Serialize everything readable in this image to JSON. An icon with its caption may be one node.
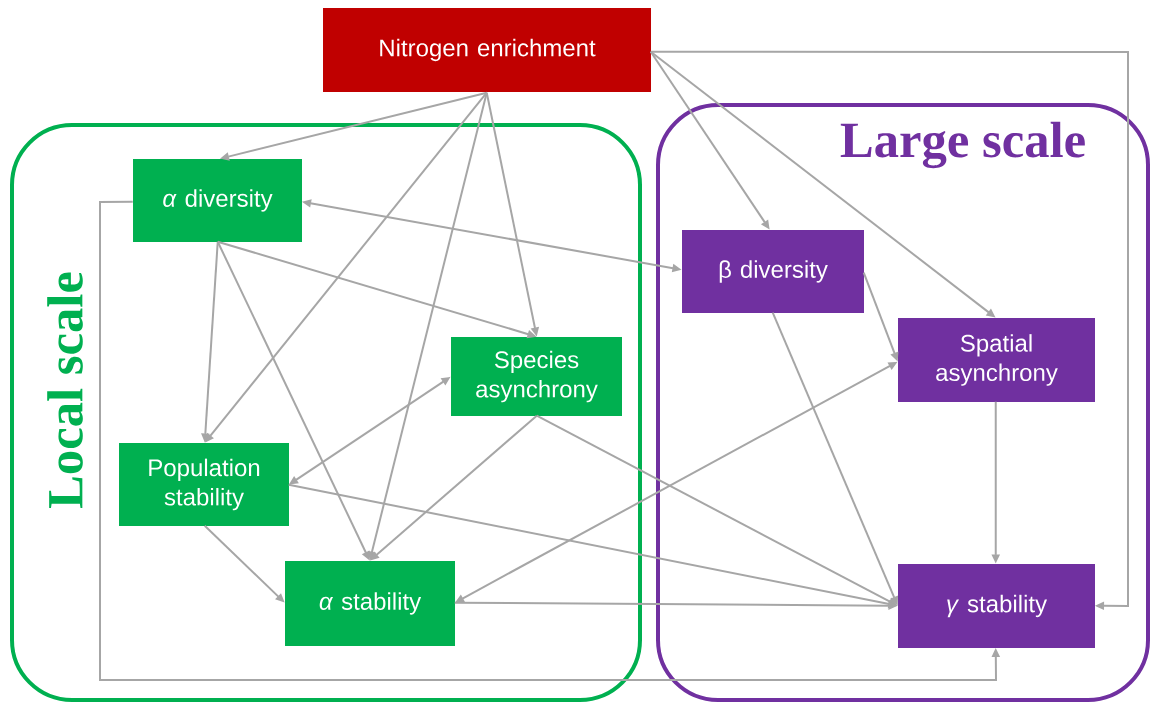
{
  "diagram": {
    "nodes": [
      {
        "text": [
          "Local scale"
        ]
      },
      {
        "text": [
          "Large scale"
        ]
      },
      {
        "text": [
          "Nitrogen enrichment"
        ]
      },
      {
        "text": [
          "*α* diversity"
        ],
        "in": 0
      },
      {
        "text": [
          "Species asynchrony"
        ],
        "in": 0
      },
      {
        "text": [
          "Population stability"
        ],
        "in": 0
      },
      {
        "text": [
          "*α* stability"
        ],
        "in": 0
      },
      {
        "text": [
          "β diversity"
        ],
        "in": 1
      },
      {
        "text": [
          "Spatial asynchrony"
        ],
        "in": 1
      },
      {
        "text": [
          "*γ* stability"
        ],
        "in": 1
      }
    ],
    "edges": [
      {
        "from": 2,
        "to": 3,
        "arrow": "to"
      },
      {
        "from": 2,
        "to": 5,
        "arrow": "to"
      },
      {
        "from": 2,
        "to": 6,
        "arrow": "to"
      },
      {
        "from": 2,
        "to": 4,
        "arrow": "to"
      },
      {
        "from": 2,
        "to": 7,
        "arrow": "to"
      },
      {
        "from": 2,
        "to": 8,
        "arrow": "to"
      },
      {
        "from": 2,
        "to": 9,
        "arrow": "to"
      },
      {
        "from": 3,
        "to": 7,
        "arrow": "both"
      },
      {
        "from": 3,
        "to": 5,
        "arrow": "to"
      },
      {
        "from": 3,
        "to": 6,
        "arrow": "to"
      },
      {
        "from": 3,
        "to": 4,
        "arrow": "to"
      },
      {
        "from": 3,
        "to": 9,
        "arrow": "to"
      },
      {
        "from": 4,
        "to": 5,
        "arrow": "both"
      },
      {
        "from": 4,
        "to": 6,
        "arrow": "to"
      },
      {
        "from": 4,
        "to": 9,
        "arrow": "to"
      },
      {
        "from": 5,
        "to": 6,
        "arrow": "to"
      },
      {
        "from": 5,
        "to": 9,
        "arrow": "to"
      },
      {
        "from": 6,
        "to": 8,
        "arrow": "both"
      },
      {
        "from": 6,
        "to": 9,
        "arrow": "to"
      },
      {
        "from": 7,
        "to": 8,
        "arrow": "to"
      },
      {
        "from": 7,
        "to": 9,
        "arrow": "to"
      },
      {
        "from": 8,
        "to": 9,
        "arrow": "to"
      }
    ]
  }
}
